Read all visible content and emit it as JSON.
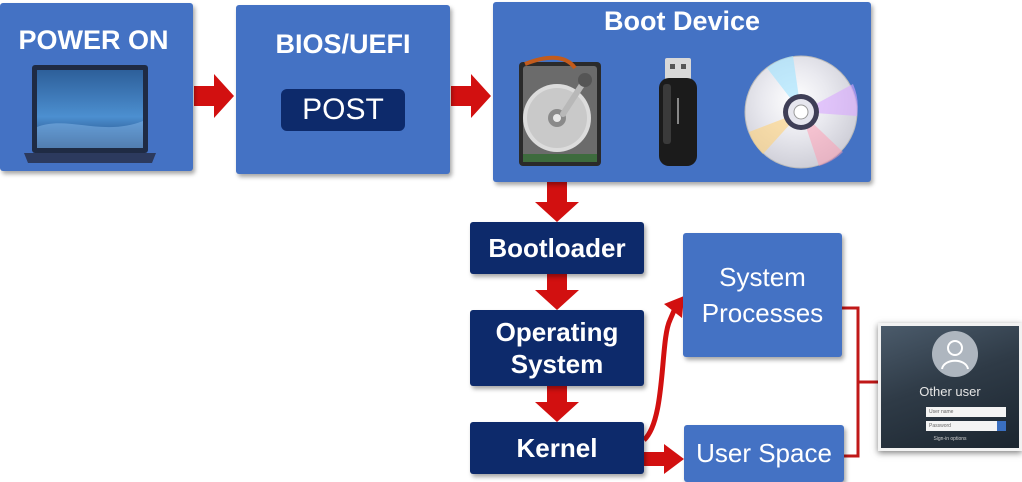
{
  "power_on": {
    "label": "POWER ON",
    "icon": "laptop-icon"
  },
  "bios": {
    "label": "BIOS/UEFI",
    "post_label": "POST"
  },
  "boot_device": {
    "label": "Boot Device",
    "devices": [
      "hard-drive-icon",
      "usb-drive-icon",
      "optical-disc-icon"
    ]
  },
  "stages": {
    "bootloader": "Bootloader",
    "os_line1": "Operating",
    "os_line2": "System",
    "kernel": "Kernel"
  },
  "branches": {
    "sys_line1": "System",
    "sys_line2": "Processes",
    "user_space": "User Space"
  },
  "login_screen": {
    "user_name": "Other user",
    "username_placeholder": "User name",
    "password_placeholder": "Password",
    "sign_in_options": "Sign-in options"
  },
  "colors": {
    "box_blue": "#4472c4",
    "dark_navy": "#0d2a6b",
    "arrow_red": "#d21010"
  }
}
